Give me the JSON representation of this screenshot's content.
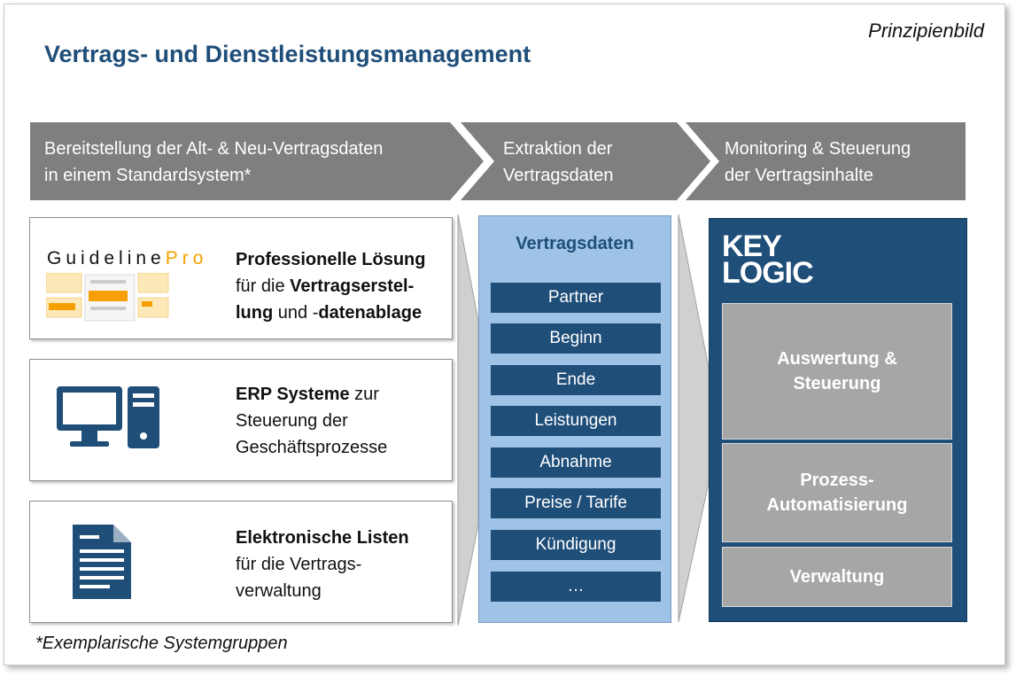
{
  "header": {
    "tag": "Prinzipienbild",
    "title": "Vertrags- und Dienstleistungsmanagement"
  },
  "process": [
    {
      "line1": "Bereitstellung der Alt- & Neu-Vertragsdaten",
      "line2": "in einem Standardsystem*"
    },
    {
      "line1": "Extraktion der",
      "line2": "Vertragsdaten"
    },
    {
      "line1": "Monitoring & Steuerung",
      "line2": "der Vertragsinhalte"
    }
  ],
  "sources": {
    "guideline": {
      "logo_main": "Guideline",
      "logo_accent": "Pro",
      "b1": "Professionelle Lösung",
      "t2": "für die ",
      "b2": "Vertragserstel-",
      "b3": "lung",
      "t3": " und -",
      "b4": "datenablage"
    },
    "erp": {
      "b1": "ERP Systeme",
      "t1": " zur",
      "l2": "Steuerung der",
      "l3": "Geschäftsprozesse"
    },
    "lists": {
      "b1": "Elektronische Listen",
      "l2": "für die Vertrags-",
      "l3": "verwaltung"
    }
  },
  "contract_data": {
    "title": "Vertragsdaten",
    "fields": [
      "Partner",
      "Beginn",
      "Ende",
      "Leistungen",
      "Abnahme",
      "Preise / Tarife",
      "Kündigung",
      "…"
    ]
  },
  "keylogic": {
    "logo_line1": "KEY",
    "logo_line2": "LOGIC",
    "box1_l1": "Auswertung &",
    "box1_l2": "Steuerung",
    "box2_l1": "Prozess-",
    "box2_l2": "Automatisierung",
    "box3": "Verwaltung"
  },
  "footnote": "*Exemplarische Systemgruppen",
  "colors": {
    "accent": "#1f4e79",
    "chevron": "#7f7f7f",
    "light_blue": "#9ec3e6",
    "gray_box": "#a6a6a6",
    "logo_orange": "#f5a000"
  }
}
